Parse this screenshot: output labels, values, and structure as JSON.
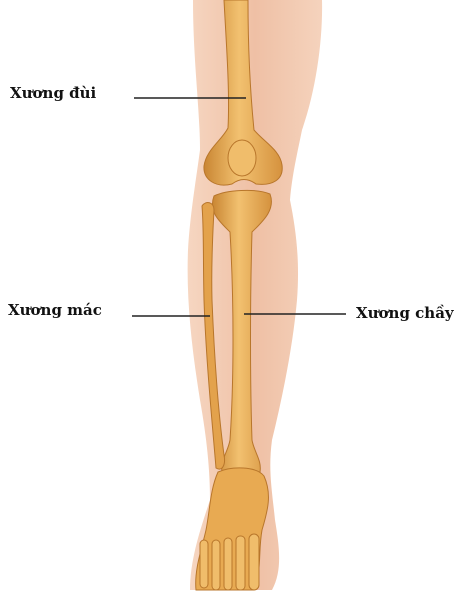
{
  "labels": {
    "femur": "Xương đùi",
    "fibula": "Xương mác",
    "tibia": "Xương chầy"
  },
  "colors": {
    "skin": "#f1c7ae",
    "bone": "#e8aa52",
    "bone_light": "#f5d08a",
    "bone_shadow": "#c27e2f",
    "leader_line": "#222222"
  }
}
